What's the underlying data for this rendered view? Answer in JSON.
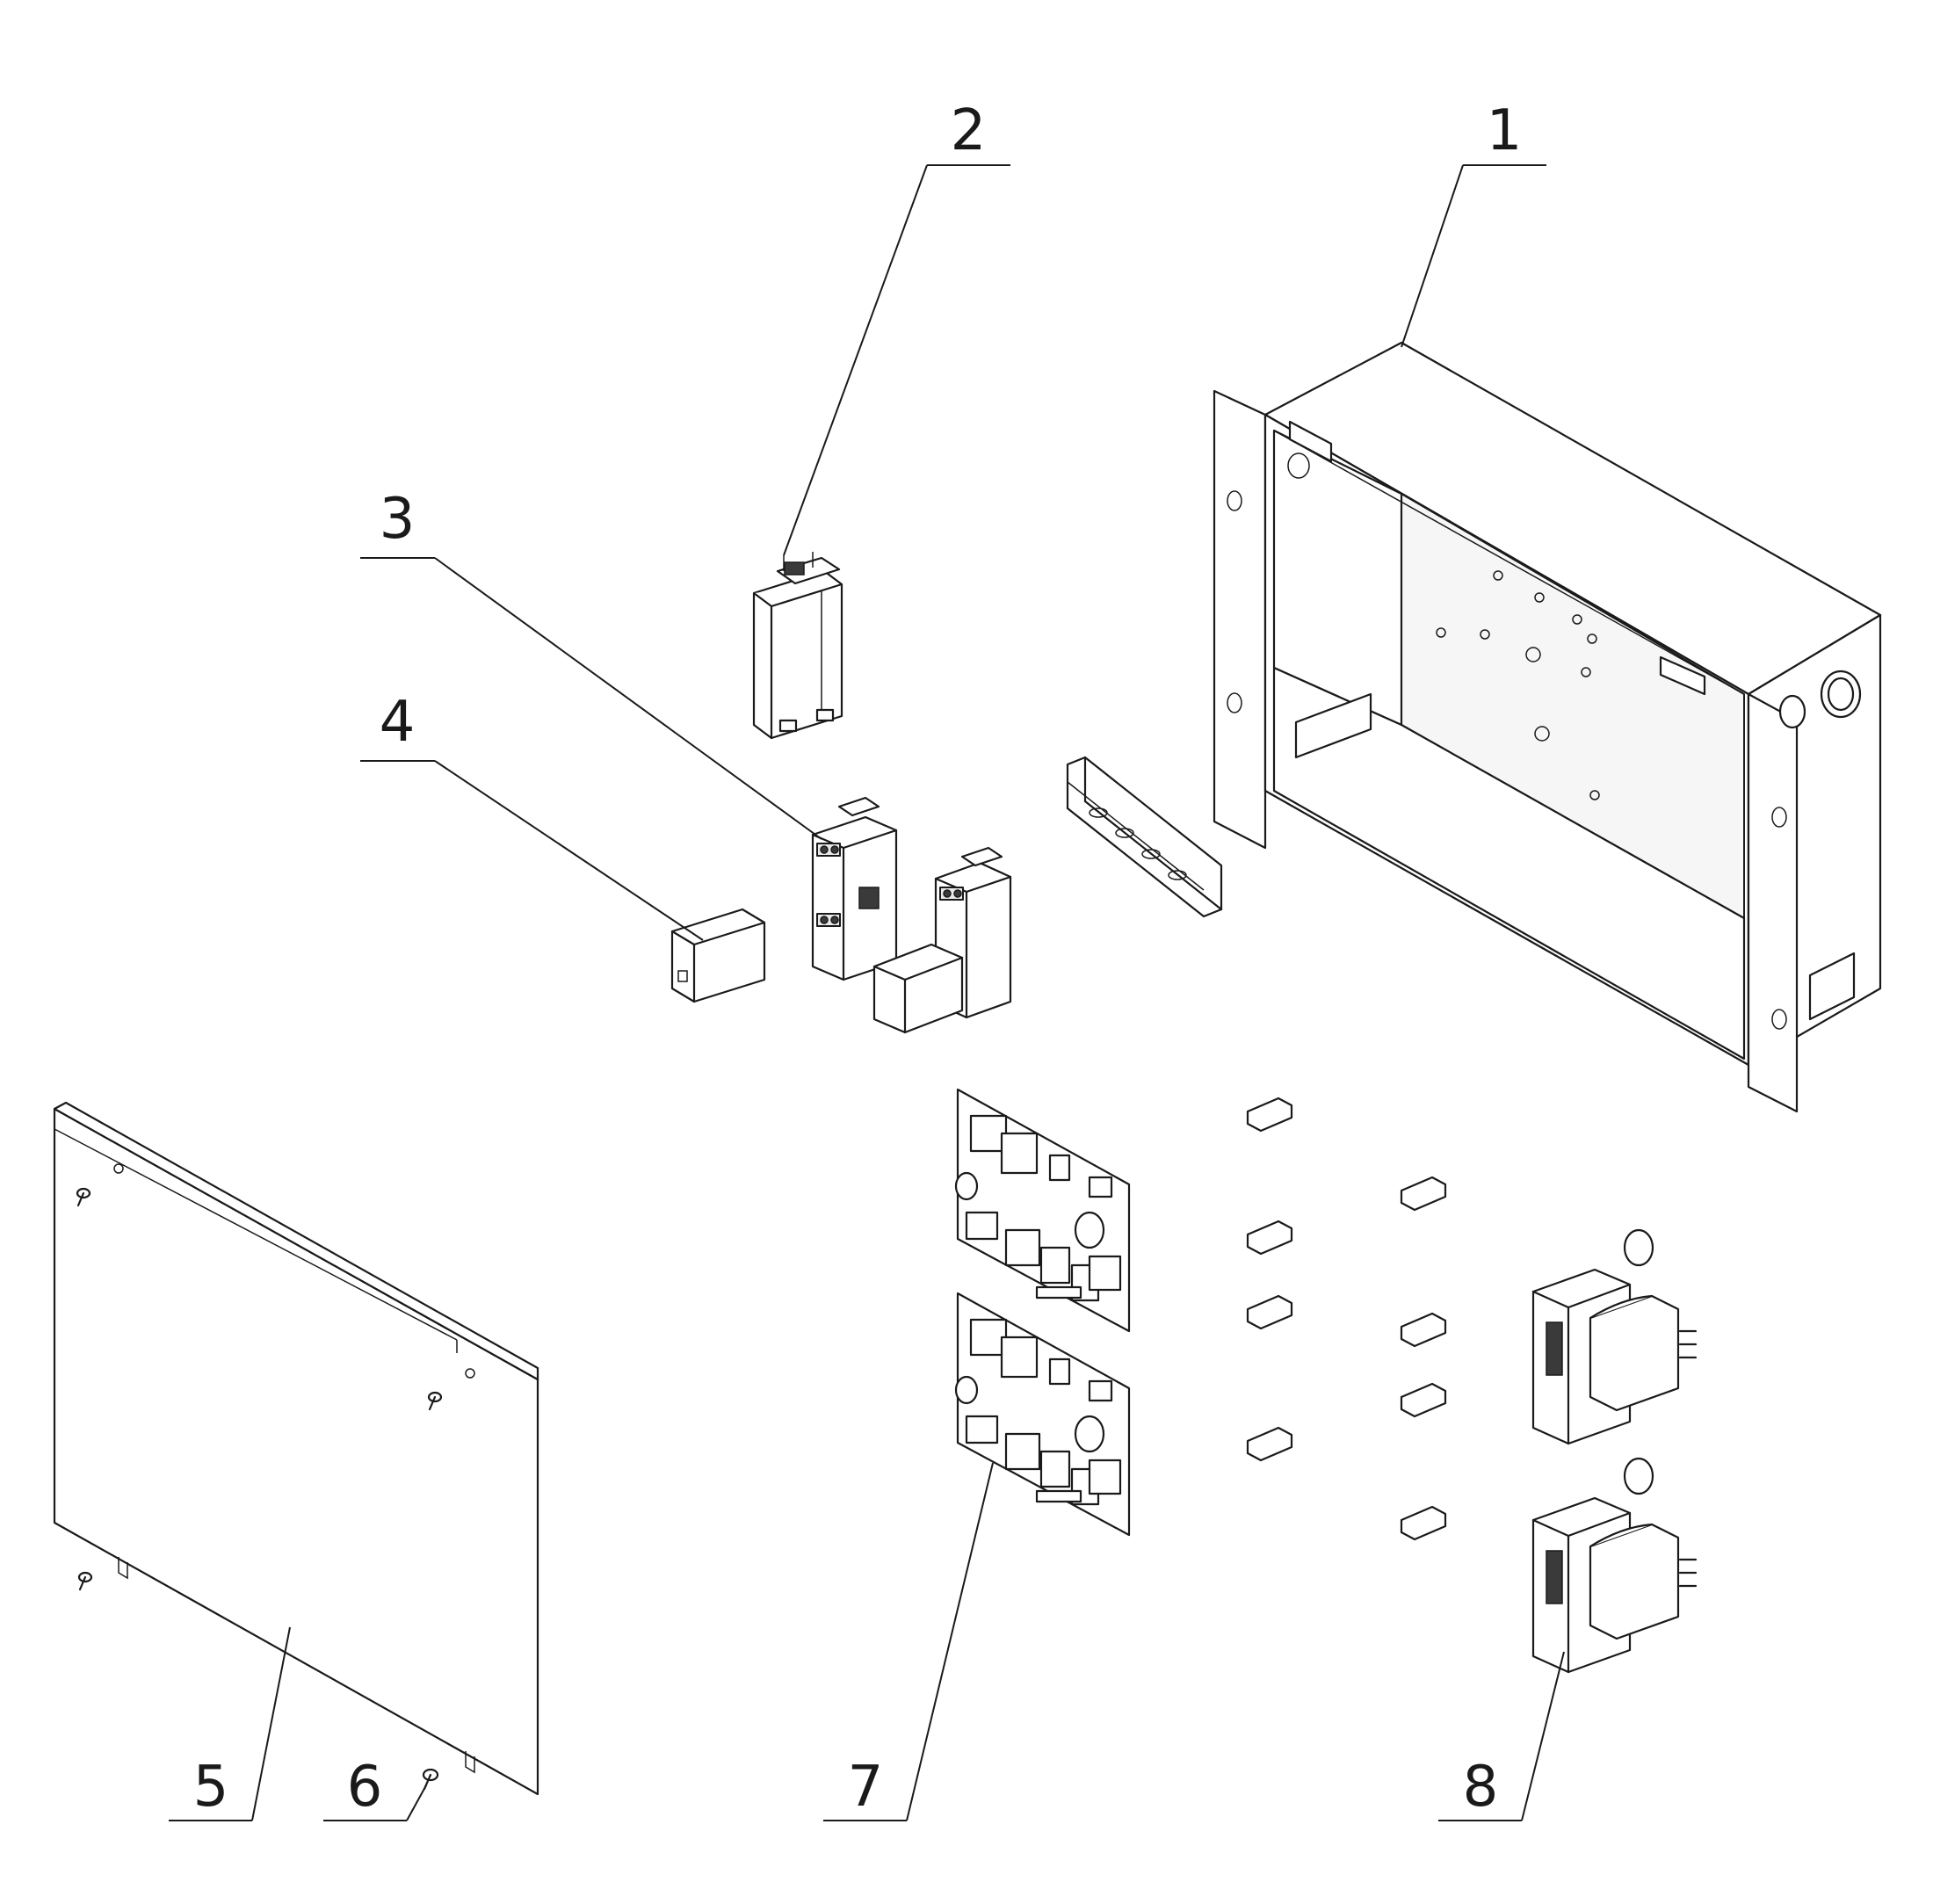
{
  "callouts": [
    {
      "id": "1",
      "label": "1",
      "part": "enclosure-box"
    },
    {
      "id": "2",
      "label": "2",
      "part": "capacitor-module"
    },
    {
      "id": "3",
      "label": "3",
      "part": "din-rail-relay"
    },
    {
      "id": "4",
      "label": "4",
      "part": "relay-cube"
    },
    {
      "id": "5",
      "label": "5",
      "part": "cover-panel"
    },
    {
      "id": "6",
      "label": "6",
      "part": "screw"
    },
    {
      "id": "7",
      "label": "7",
      "part": "circuit-boards"
    },
    {
      "id": "8",
      "label": "8",
      "part": "transformers"
    }
  ]
}
